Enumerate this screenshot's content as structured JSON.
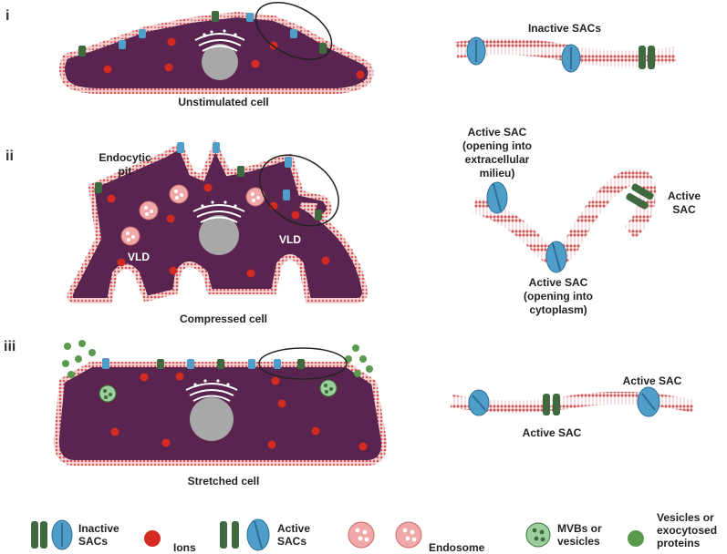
{
  "panels": [
    {
      "numeral": "i",
      "caption": "Unstimulated cell"
    },
    {
      "numeral": "ii",
      "caption": "Compressed cell"
    },
    {
      "numeral": "iii",
      "caption": "Stretched cell"
    }
  ],
  "annotations": {
    "inactive_sacs": "Inactive SACs",
    "endocytic_pit": [
      "Endocytic",
      "pit"
    ],
    "vld": "VLD",
    "active_sac_extracellular": [
      "Active SAC",
      "(opening into",
      "extracellular",
      "milieu)"
    ],
    "active_sac_cytoplasm": [
      "Active SAC",
      "(opening into",
      "cytoplasm)"
    ],
    "active_sac_right": [
      "Active",
      "SAC"
    ],
    "active_sac": "Active SAC"
  },
  "legend": [
    {
      "icon": "inactive-sac-icons",
      "label": [
        "Inactive",
        "SACs"
      ]
    },
    {
      "icon": "ion-icon",
      "label": [
        "Ions"
      ]
    },
    {
      "icon": "active-sac-icons",
      "label": [
        "Active",
        "SACs"
      ]
    },
    {
      "icon": "endosome-icons",
      "label": [
        "Endosome"
      ]
    },
    {
      "icon": "mvb-icon",
      "label": [
        "MVBs or",
        "vesicles"
      ]
    },
    {
      "icon": "vesicle-icon",
      "label": [
        "Vesicles or",
        "exocytosed",
        "proteins"
      ]
    }
  ],
  "colors": {
    "cytoplasm": "#5a2450",
    "membrane": "#d87878",
    "ion": "#d32a22",
    "nucleus": "#a8a8a8",
    "sac_blue": "#4f9ec9",
    "sac_green": "#3f6a3f",
    "endosome": "#f0a8a8",
    "vesicle": "#5a9a4e"
  }
}
